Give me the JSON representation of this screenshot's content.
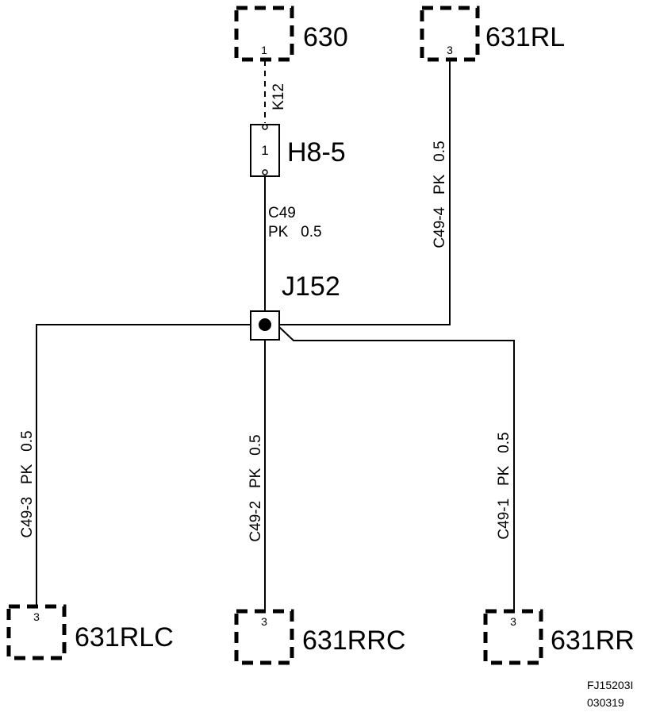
{
  "connectors": {
    "c630": {
      "name": "630",
      "pin": "1"
    },
    "c631rl": {
      "name": "631RL",
      "pin": "3"
    },
    "c631rlc": {
      "name": "631RLC",
      "pin": "3"
    },
    "c631rrc": {
      "name": "631RRC",
      "pin": "3"
    },
    "c631rr": {
      "name": "631RR",
      "pin": "3"
    }
  },
  "fuse": {
    "name": "H8-5",
    "pin": "1"
  },
  "junction": {
    "name": "J152"
  },
  "wires": {
    "k12": "K12",
    "c49": {
      "line1": "C49",
      "line2": "PK   0.5"
    },
    "c49_4": "C49-4   PK   0.5",
    "c49_3": "C49-3   PK   0.5",
    "c49_2": "C49-2   PK   0.5",
    "c49_1": "C49-1   PK   0.5"
  },
  "reference": {
    "line1": "FJ15203I",
    "line2": "030319"
  }
}
